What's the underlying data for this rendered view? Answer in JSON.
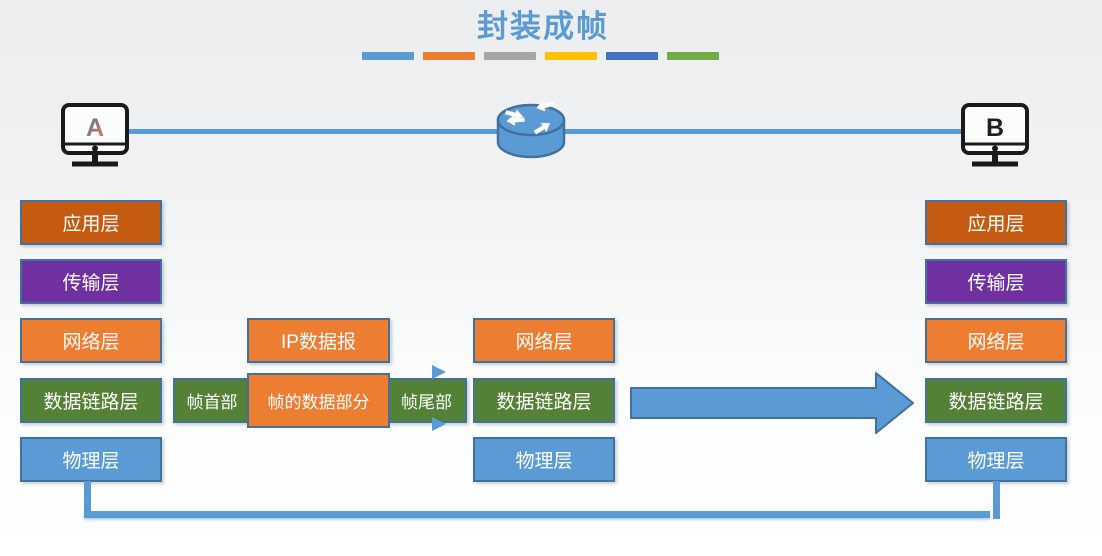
{
  "title": "封装成帧",
  "hosts": {
    "left_label": "A",
    "right_label": "B"
  },
  "stacks": {
    "left": [
      "应用层",
      "传输层",
      "网络层",
      "数据链路层",
      "物理层"
    ],
    "middle": [
      "网络层",
      "数据链路层",
      "物理层"
    ],
    "right": [
      "应用层",
      "传输层",
      "网络层",
      "数据链路层",
      "物理层"
    ]
  },
  "frame": {
    "ip_datagram": "IP数据报",
    "header": "帧首部",
    "data": "帧的数据部分",
    "trailer": "帧尾部"
  },
  "colors": {
    "title": "#5B9BD5",
    "application_layer": "#C55A11",
    "transport_layer": "#7030A0",
    "network_layer": "#ED7D31",
    "datalink_layer": "#538135",
    "physical_layer": "#5B9BD5",
    "box_border": "#41719C",
    "link_line": "#5B9BD5",
    "transmit_arrow": "#5B9BD5",
    "divider_dashes": [
      "#5B9BD5",
      "#ED7D31",
      "#A5A5A5",
      "#FFC000",
      "#4472C4",
      "#70AD47"
    ]
  }
}
